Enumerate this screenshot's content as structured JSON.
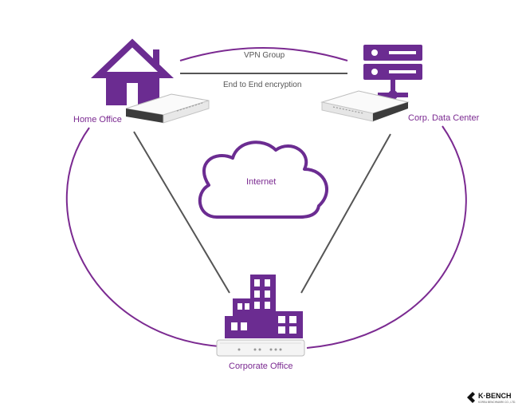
{
  "colors": {
    "purple": "#6b2c91",
    "label": "#7b2a91",
    "line": "#555555",
    "device": "#f2f2f2"
  },
  "nodes": {
    "home": {
      "label": "Home Office",
      "icon": "house-icon"
    },
    "datacenter": {
      "label": "Corp. Data Center",
      "icon": "server-rack-icon"
    },
    "corporate": {
      "label": "Corporate Office",
      "icon": "office-building-icon"
    },
    "internet": {
      "label": "Internet",
      "icon": "cloud-icon"
    }
  },
  "links": {
    "vpn": "VPN Group",
    "encryption": "End to End encryption"
  },
  "brand": {
    "logo_text": "K-BENCH",
    "tagline": "KOREA BENCHMARK CO., LTD."
  }
}
